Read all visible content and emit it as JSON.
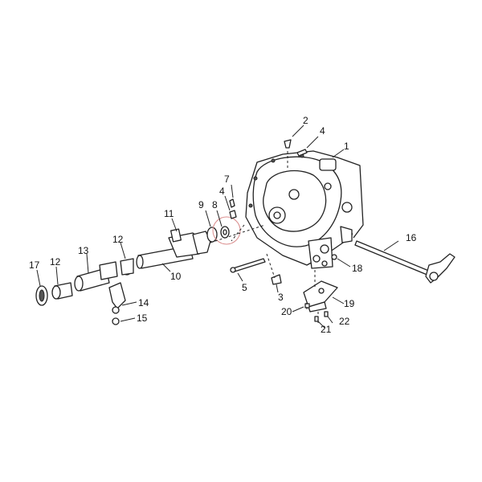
{
  "diagram": {
    "callouts": [
      "1",
      "2",
      "3",
      "4",
      "5",
      "7",
      "8",
      "9",
      "10",
      "11",
      "12",
      "13",
      "14",
      "15",
      "16",
      "17",
      "18",
      "19",
      "20",
      "21",
      "22"
    ],
    "callout_4_second": "4",
    "callout_12_second": "12",
    "colors": {
      "line": "#222222",
      "highlight": "#d98a8a",
      "background": "#ffffff"
    }
  }
}
